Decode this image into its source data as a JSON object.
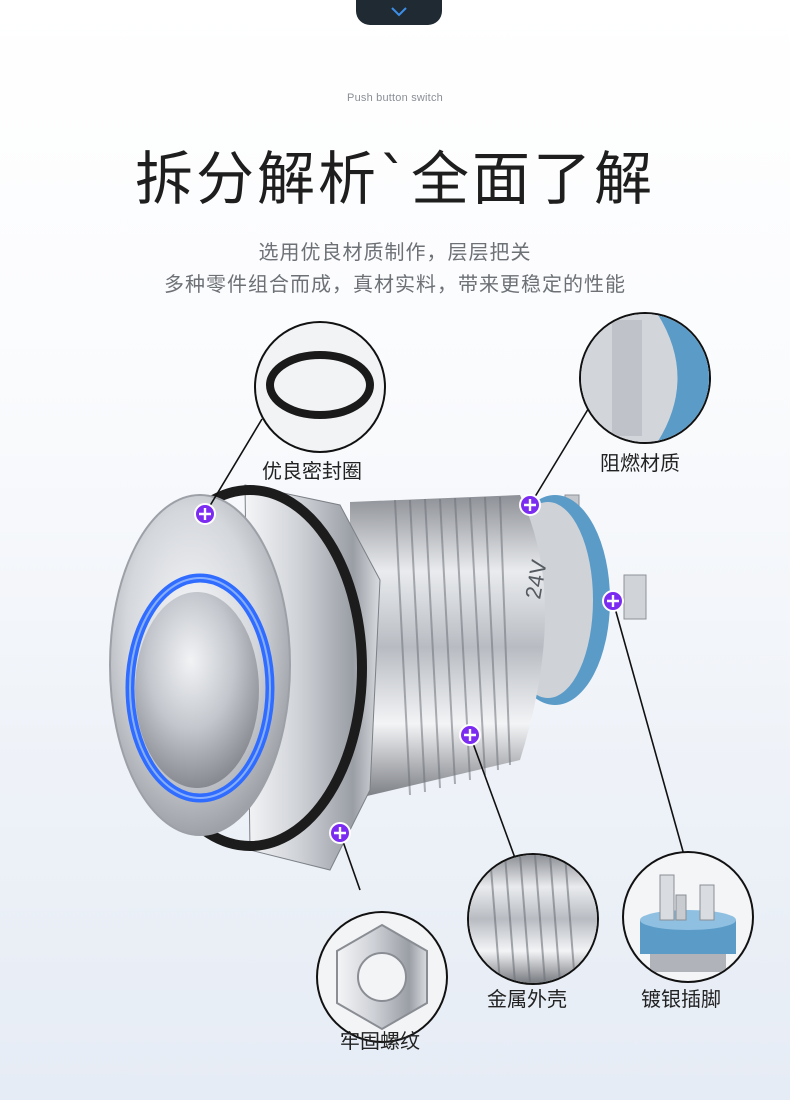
{
  "header": {
    "subtitle_en": "Push button switch",
    "title": "拆分解析`全面了解",
    "description_line1": "选用优良材质制作，层层把关",
    "description_line2": "多种零件组合而成，真材实料，带来更稳定的性能"
  },
  "product": {
    "marking": "24V"
  },
  "callouts": [
    {
      "label": "优良密封圈"
    },
    {
      "label": "阻燃材质"
    },
    {
      "label": "牢固螺纹"
    },
    {
      "label": "金属外壳"
    },
    {
      "label": "镀银插脚"
    }
  ],
  "colors": {
    "marker": "#7b2cf0",
    "led_ring": "#2f6cff",
    "base_ring": "#5b9bc8",
    "tab": "#1f2a33"
  }
}
